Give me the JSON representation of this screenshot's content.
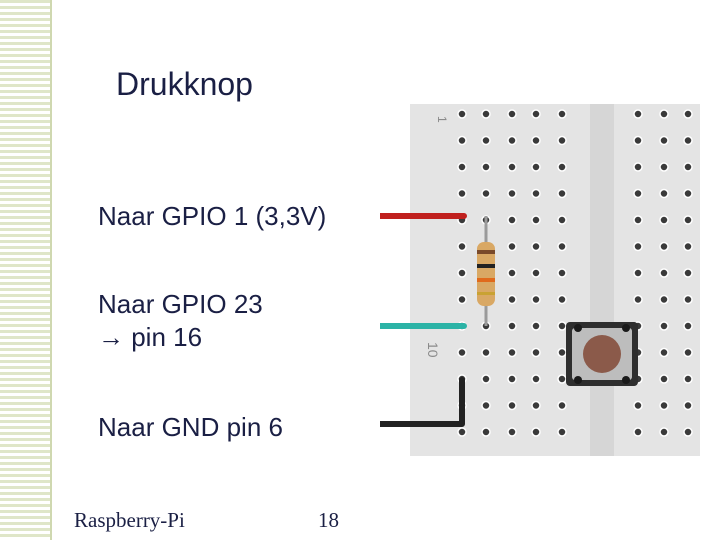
{
  "slide": {
    "title": "Drukknop",
    "labels": {
      "gpio1": "Naar GPIO 1 (3,3V)",
      "gpio23_line1": "Naar GPIO 23",
      "gpio23_line2": "→ pin 16",
      "gnd": "Naar GND pin 6"
    },
    "footer": {
      "left": "Raspberry-Pi",
      "page_number": "18"
    }
  },
  "breadboard": {
    "row_markers": [
      "1",
      "10"
    ],
    "colors": {
      "board": "#e4e4e4",
      "hole": "#3a3a3a",
      "red_wire": "#c0201e",
      "teal_wire": "#2bb3a6",
      "black_wire": "#222222",
      "resistor_body": "#d9a864",
      "button_body": "#8b5a4a"
    }
  }
}
